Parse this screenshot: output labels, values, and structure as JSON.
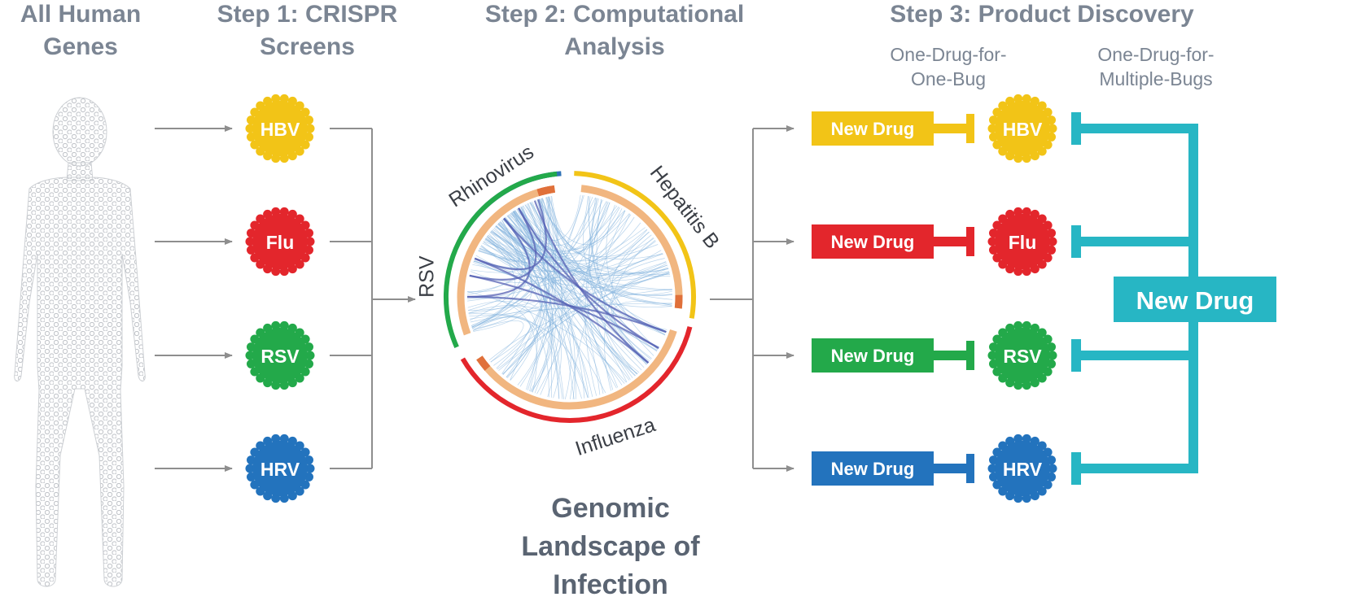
{
  "headers": {
    "all_genes": [
      "All Human",
      "Genes"
    ],
    "step1": [
      "Step 1: CRISPR",
      "Screens"
    ],
    "step2": [
      "Step 2: Computational",
      "Analysis"
    ],
    "step3": "Step 3: Product Discovery",
    "one_for_one": [
      "One-Drug-for-",
      "One-Bug"
    ],
    "one_for_multi": [
      "One-Drug-for-",
      "Multiple-Bugs"
    ]
  },
  "viruses": [
    {
      "label": "HBV",
      "color": "#f2c417"
    },
    {
      "label": "Flu",
      "color": "#e3262c"
    },
    {
      "label": "RSV",
      "color": "#23a94a"
    },
    {
      "label": "HRV",
      "color": "#2373bd"
    }
  ],
  "drug_label": "New Drug",
  "big_drug": {
    "label": "New Drug",
    "color": "#27b6c4"
  },
  "circos": {
    "segments": [
      {
        "label": "Rhinovirus",
        "color": "#2f72b6"
      },
      {
        "label": "Hepatitis B",
        "color": "#f2c417"
      },
      {
        "label": "Influenza",
        "color": "#e3262c"
      },
      {
        "label": "RSV",
        "color": "#23a94a"
      }
    ],
    "inner_ring_color": "#f1b680",
    "chord_color": "#7fb0dc"
  },
  "genomic_title": [
    "Genomic",
    "Landscape of",
    "Infection"
  ],
  "arrow_color": "#8e8e8e",
  "text_color": "#7b8593"
}
